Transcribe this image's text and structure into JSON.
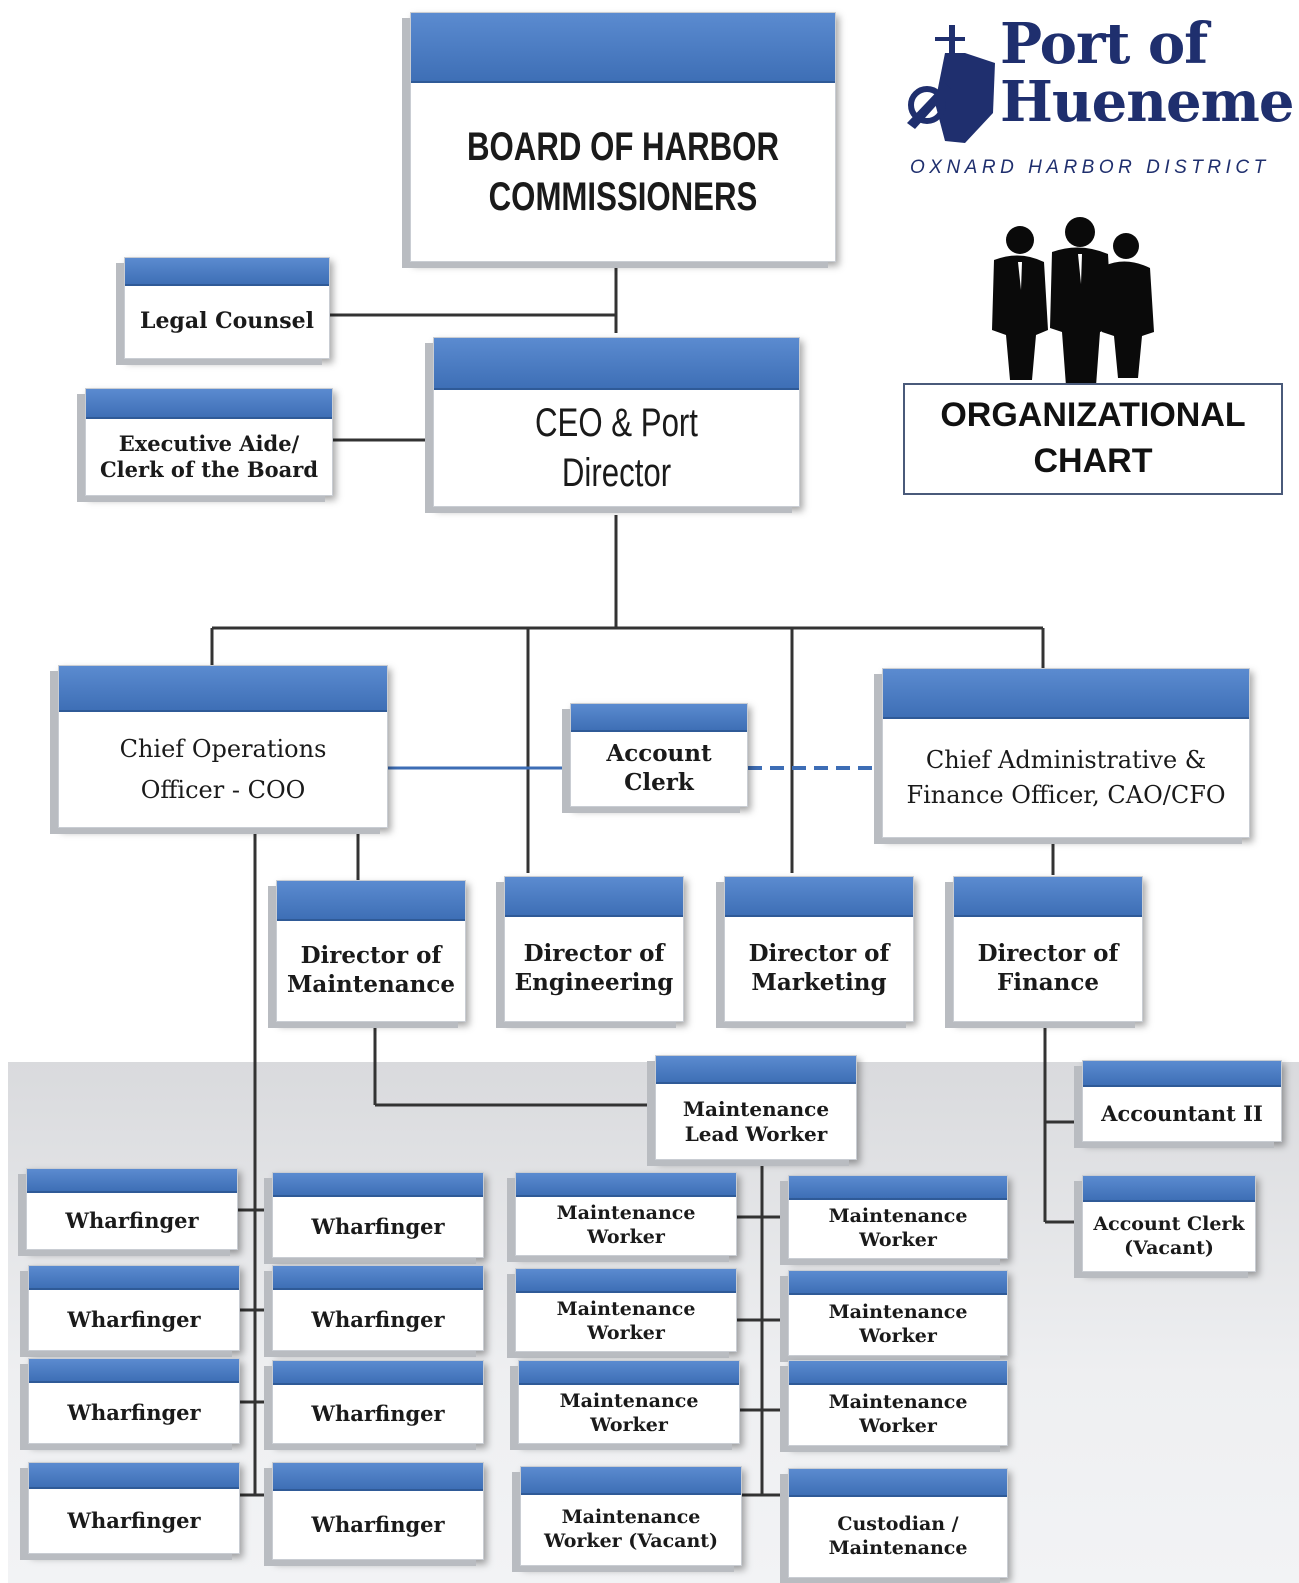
{
  "logo": {
    "line1": "Port of",
    "line2": "Hueneme",
    "subtitle": "OXNARD HARBOR DISTRICT",
    "icon": "ship-anchor-logo-icon",
    "color": "#1f2f6e"
  },
  "title_box": {
    "line1": "ORGANIZATIONAL",
    "line2": "CHART"
  },
  "illustration": {
    "icon": "business-people-silhouette-icon"
  },
  "colors": {
    "box_cap": "#4a7cc2",
    "line": "#333333",
    "dotted_link": "#3d6db5"
  },
  "nodes": {
    "board": "BOARD OF HARBOR\nCOMMISSIONERS",
    "legal": "Legal Counsel",
    "exec_aide": "Executive Aide/\nClerk of the Board",
    "ceo": "CEO & Port Director",
    "coo": "Chief  Operations\nOfficer - COO",
    "account_clerk": "Account\nClerk",
    "cao": "Chief  Administrative &\nFinance Officer, CAO/CFO",
    "dir_maint": "Director of\nMaintenance",
    "dir_eng": "Director of\nEngineering",
    "dir_mkt": "Director of\nMarketing",
    "dir_fin": "Director of\nFinance",
    "lead_worker": "Maintenance\nLead Worker",
    "accountant": "Accountant II",
    "account_clerk_vacant": "Account Clerk\n(Vacant)",
    "wharfinger": [
      "Wharfinger",
      "Wharfinger",
      "Wharfinger",
      "Wharfinger",
      "Wharfinger",
      "Wharfinger",
      "Wharfinger",
      "Wharfinger"
    ],
    "maint_workers": [
      "Maintenance\nWorker",
      "Maintenance\nWorker",
      "Maintenance\nWorker",
      "Maintenance\nWorker",
      "Maintenance\nWorker",
      "Maintenance\nWorker",
      "Maintenance\nWorker (Vacant)",
      "Custodian  /\nMaintenance"
    ]
  }
}
